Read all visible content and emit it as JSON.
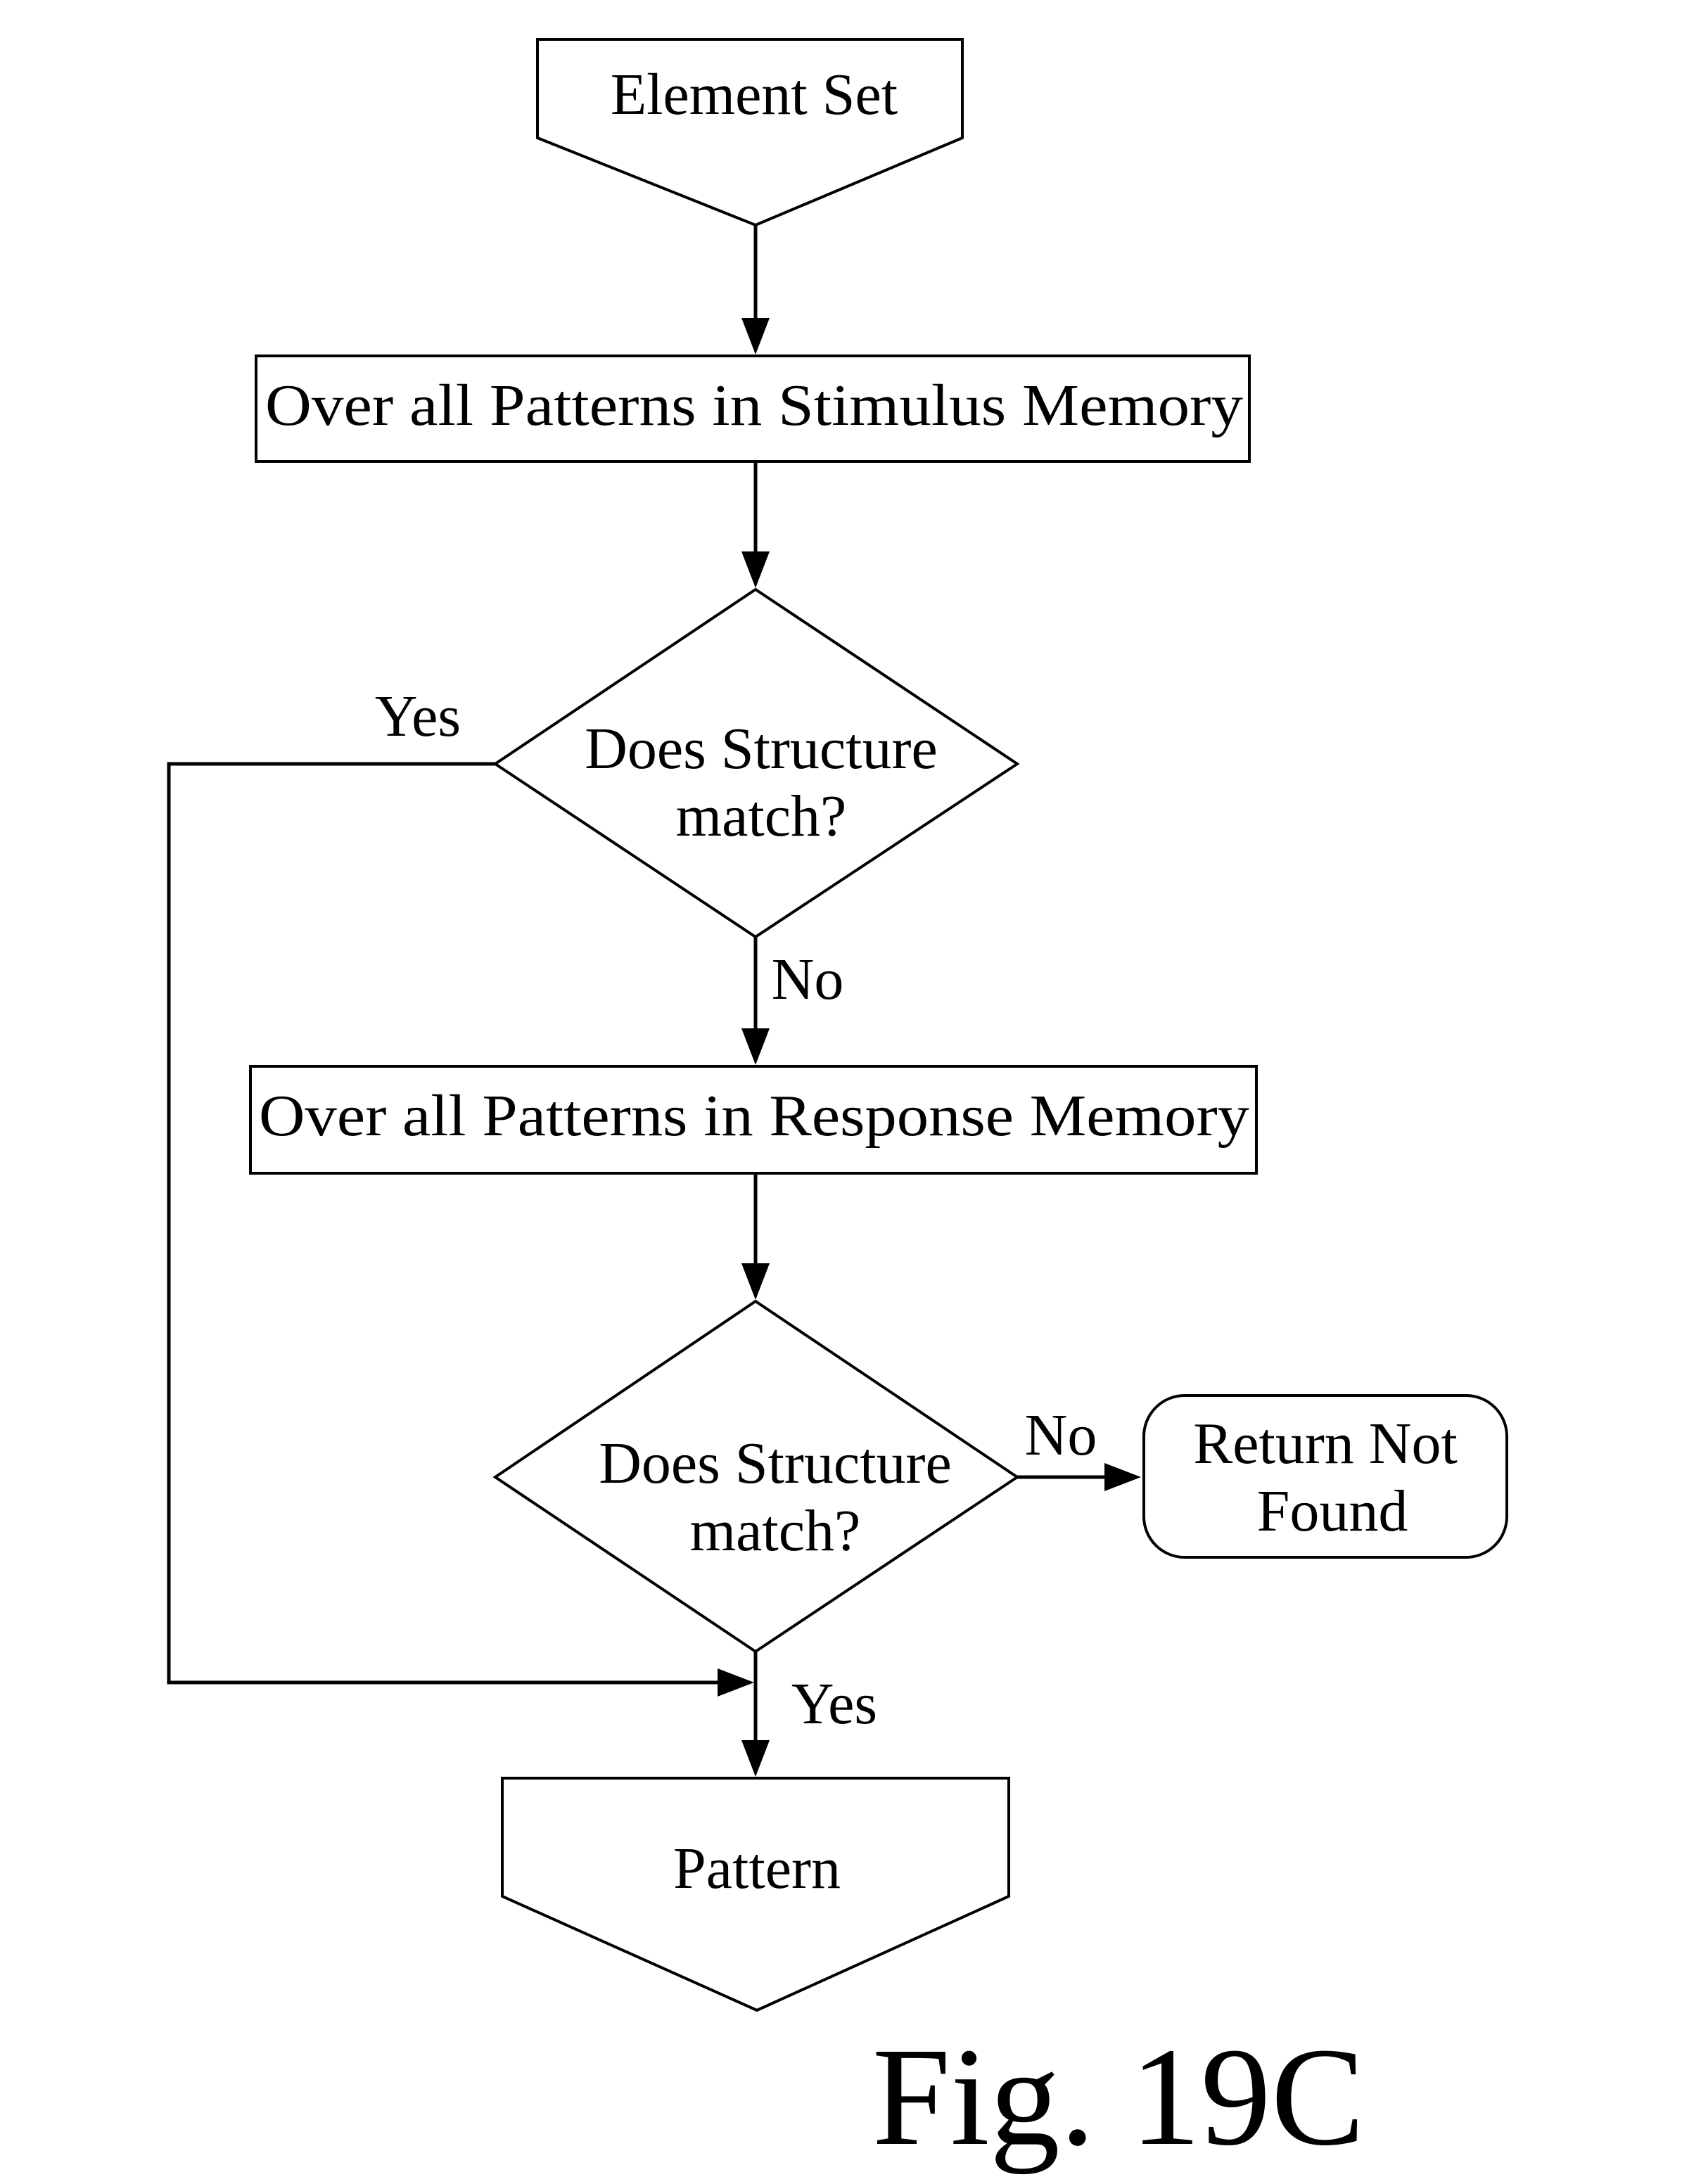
{
  "start": {
    "label": "Element Set"
  },
  "loop_stimulus": {
    "label": "Over all Patterns in Stimulus Memory"
  },
  "decision_1": {
    "line1": "Does Structure",
    "line2": "match?",
    "yes_label": "Yes",
    "no_label": "No"
  },
  "loop_response": {
    "label": "Over all Patterns in Response Memory"
  },
  "decision_2": {
    "line1": "Does Structure",
    "line2": "match?",
    "yes_label": "Yes",
    "no_label": "No"
  },
  "not_found": {
    "line1": "Return Not",
    "line2": "Found"
  },
  "end": {
    "label": "Pattern"
  },
  "figure_caption": "Fig. 19C"
}
